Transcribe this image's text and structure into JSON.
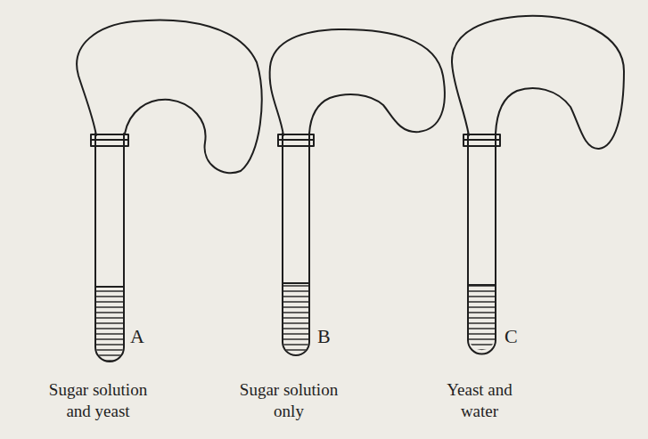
{
  "diagram": {
    "labels": [
      "A",
      "Sugar solution and yeast",
      "B",
      "Sugar solution only",
      "C",
      "Yeast and water"
    ]
  }
}
